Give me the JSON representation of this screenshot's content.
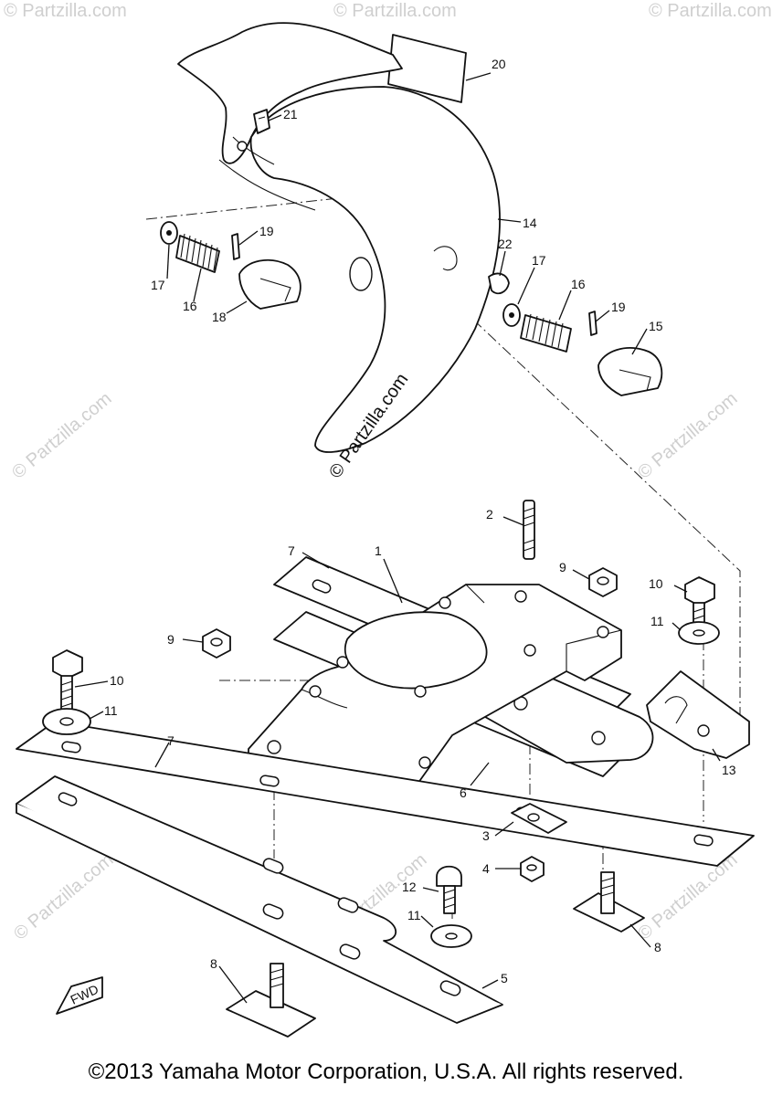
{
  "watermarks": [
    "© Partzilla.com",
    "© Partzilla.com",
    "© Partzilla.com",
    "© Partzilla.com",
    "© Partzilla.com",
    "© Partzilla.com",
    "© Partzilla.com",
    "© Partzilla.com"
  ],
  "watermark_center": "© Partzilla.com",
  "callouts": {
    "c1": "1",
    "c2": "2",
    "c3": "3",
    "c4": "4",
    "c5": "5",
    "c6": "6",
    "c7a": "7",
    "c7b": "7",
    "c8a": "8",
    "c8b": "8",
    "c9a": "9",
    "c9b": "9",
    "c10a": "10",
    "c10b": "10",
    "c11a": "11",
    "c11b": "11",
    "c11c": "11",
    "c12": "12",
    "c13": "13",
    "c14": "14",
    "c15": "15",
    "c16a": "16",
    "c16b": "16",
    "c17a": "17",
    "c17b": "17",
    "c18": "18",
    "c19a": "19",
    "c19b": "19",
    "c20": "20",
    "c21": "21",
    "c22": "22"
  },
  "fwd_label": "FWD",
  "footer": "©2013 Yamaha Motor Corporation, U.S.A. All rights reserved."
}
